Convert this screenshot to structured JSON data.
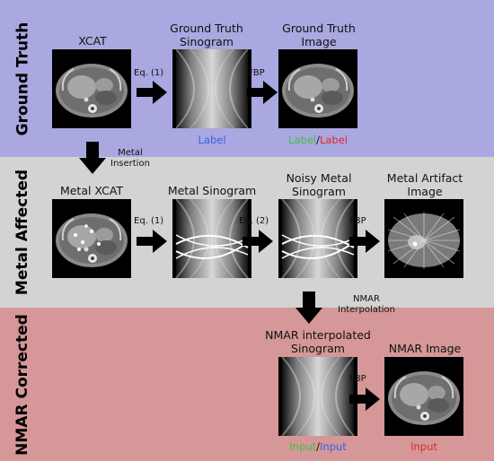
{
  "rows": {
    "ground_truth": "Ground Truth",
    "metal_affected": "Metal Affected",
    "nmar_corrected": "NMAR Corrected"
  },
  "titles": {
    "xcat": "XCAT",
    "gt_sinogram": [
      "Ground Truth",
      "Sinogram"
    ],
    "gt_image": [
      "Ground Truth",
      "Image"
    ],
    "metal_xcat": "Metal XCAT",
    "metal_sinogram": "Metal Sinogram",
    "noisy_metal_sinogram": [
      "Noisy Metal",
      "Sinogram"
    ],
    "metal_artifact_image": [
      "Metal Artifact",
      "Image"
    ],
    "nmar_interp_sinogram": [
      "NMAR interpolated",
      "Sinogram"
    ],
    "nmar_image": "NMAR Image"
  },
  "arrows": {
    "eq1": "Eq. (1)",
    "eq2": "Eq. (2)",
    "fbp": "FBP",
    "metal_insertion": [
      "Metal",
      "Insertion"
    ],
    "nmar_interpolation": [
      "NMAR",
      "Interpolation"
    ]
  },
  "labels": {
    "gt_sinogram": {
      "text": "Label",
      "color": "#3b5fe6"
    },
    "gt_image": {
      "a": "Label",
      "a_color": "#3ec13e",
      "sep": "/",
      "b": "Label",
      "b_color": "#e02a2a"
    },
    "nmar_sinogram": {
      "a": "Input",
      "a_color": "#3ec13e",
      "sep": "/",
      "b": "Input",
      "b_color": "#3b5fe6"
    },
    "nmar_image": {
      "text": "Input",
      "color": "#e02a2a"
    }
  }
}
